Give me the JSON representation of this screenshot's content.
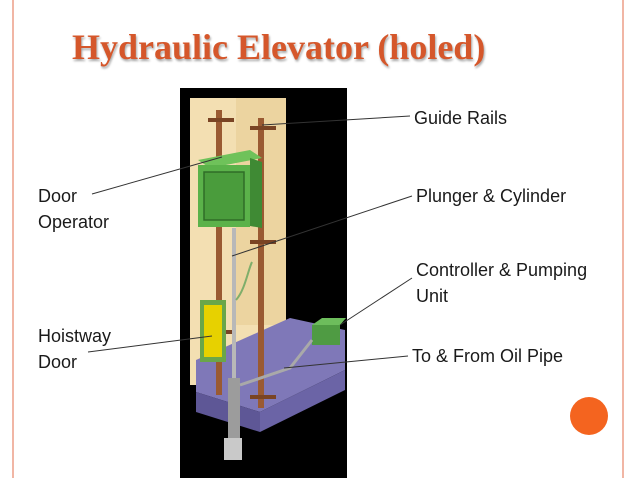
{
  "slide": {
    "title": "Hydraulic Elevator (holed)"
  },
  "labels": {
    "guide_rails": "Guide Rails",
    "door_operator_line1": "Door",
    "door_operator_line2": "Operator",
    "plunger_cylinder": "Plunger & Cylinder",
    "controller_line1": "Controller & Pumping",
    "controller_line2": "Unit",
    "hoistway_door_line1": "Hoistway",
    "hoistway_door_line2": "Door",
    "oil_pipe": "To & From Oil Pipe"
  },
  "colors": {
    "title": "#d5572b",
    "accent_dot": "#f4641f",
    "frame_border": "#f1b6a5",
    "shaft_background": "#000000",
    "shaft_interior": "#f3dfb2",
    "car": "#5bb24a",
    "rails": "#9a5a32",
    "machine_room": "#7f78b8"
  }
}
